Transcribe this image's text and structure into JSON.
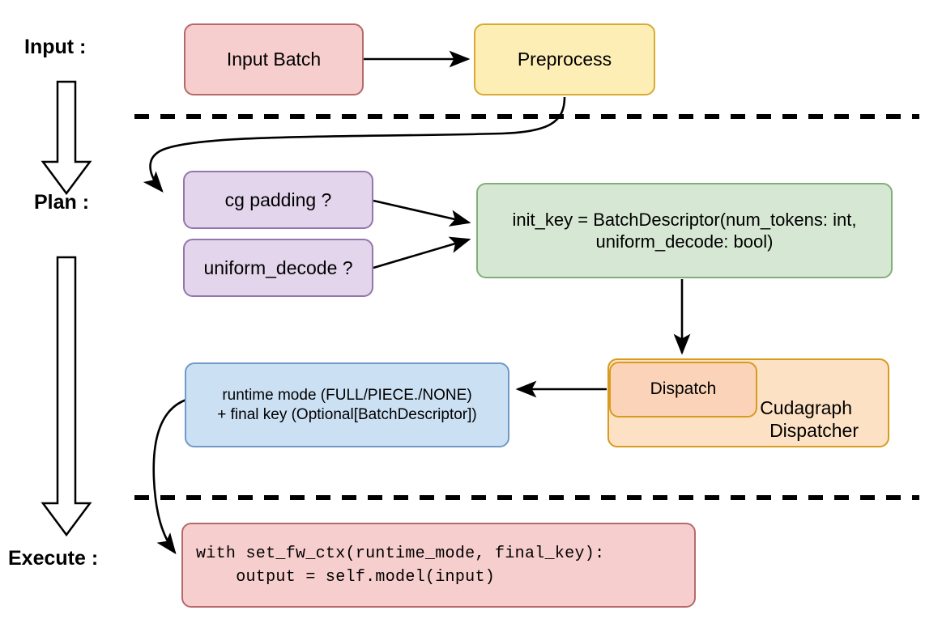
{
  "diagram": {
    "title_lanes": [
      {
        "id": "input",
        "label": "Input :"
      },
      {
        "id": "plan",
        "label": "Plan :"
      },
      {
        "id": "execute",
        "label": "Execute :"
      }
    ],
    "nodes": {
      "input_batch": {
        "label": "Input Batch",
        "color": "#f6cecd",
        "border": "#b6696a"
      },
      "preprocess": {
        "label": "Preprocess",
        "color": "#fdeeb6",
        "border": "#d7ab31"
      },
      "cg_padding": {
        "label": "cg padding ?",
        "color": "#e3d5ec",
        "border": "#9575ab"
      },
      "uniform_decode": {
        "label": "uniform_decode ?",
        "color": "#e3d5ec",
        "border": "#9575ab"
      },
      "init_key": {
        "line1": "init_key = BatchDescriptor(num_tokens: int,",
        "line2": "uniform_decode: bool)",
        "color": "#d6e8d3",
        "border": "#84ad7d"
      },
      "dispatch": {
        "label": "Dispatch",
        "color": "#fad3b8",
        "border": "#d79b1e"
      },
      "cudagraph_dispatcher": {
        "line1": "Cudagraph",
        "line2": "Dispatcher",
        "color": "#fde1c4",
        "border": "#d79b1e"
      },
      "runtime_mode": {
        "line1": "runtime mode (FULL/PIECE./NONE)",
        "line2": "+ final key (Optional[BatchDescriptor])",
        "color": "#cce0f4",
        "border": "#7099c6"
      },
      "execute_code": {
        "line1": "with set_fw_ctx(runtime_mode, final_key):",
        "line2": "    output = self.model(input)",
        "color": "#f6cecd",
        "border": "#b6696a"
      }
    },
    "separators": [
      {
        "id": "input-plan-divider",
        "style": "dashed"
      },
      {
        "id": "plan-execute-divider",
        "style": "dashed"
      }
    ],
    "flow_arrows": [
      {
        "id": "input-batch-to-preprocess",
        "from": "input_batch",
        "to": "preprocess"
      },
      {
        "id": "preprocess-to-cg-padding",
        "from": "preprocess",
        "to": "cg_padding"
      },
      {
        "id": "cg-padding-to-init-key",
        "from": "cg_padding",
        "to": "init_key"
      },
      {
        "id": "uniform-decode-to-init-key",
        "from": "uniform_decode",
        "to": "init_key"
      },
      {
        "id": "init-key-to-dispatch",
        "from": "init_key",
        "to": "dispatch"
      },
      {
        "id": "dispatch-to-runtime-mode",
        "from": "dispatch",
        "to": "runtime_mode"
      },
      {
        "id": "runtime-mode-to-execute-code",
        "from": "runtime_mode",
        "to": "execute_code"
      }
    ],
    "stage_block_arrows": [
      {
        "id": "input-to-plan-block-arrow",
        "direction": "down"
      },
      {
        "id": "plan-to-execute-block-arrow",
        "direction": "down"
      }
    ]
  }
}
